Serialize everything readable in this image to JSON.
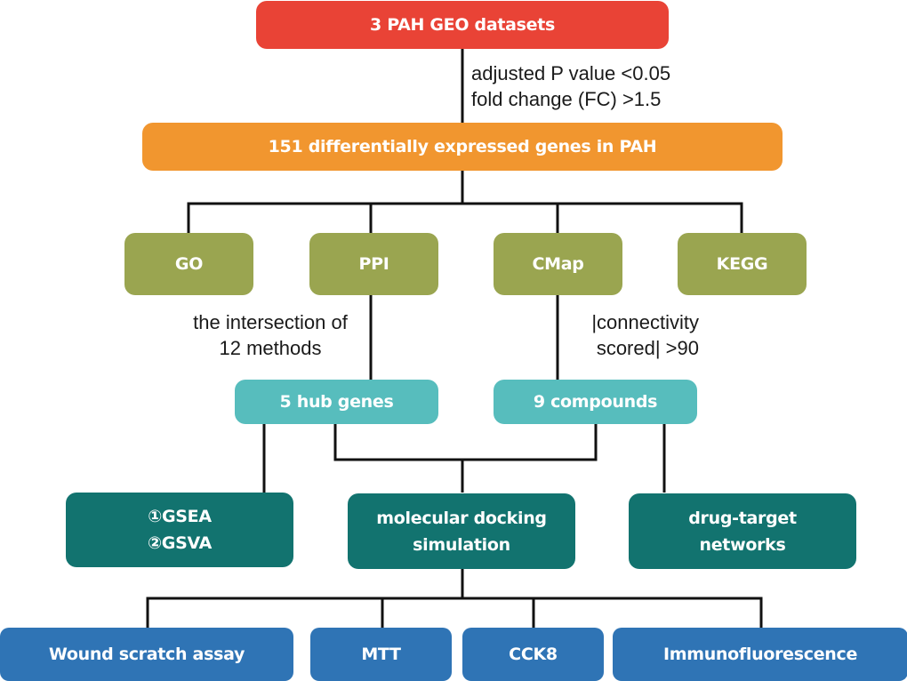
{
  "nodes": {
    "datasets": "3 PAH GEO datasets",
    "degs": "151 differentially expressed genes in PAH",
    "go": "GO",
    "ppi": "PPI",
    "cmap": "CMap",
    "kegg": "KEGG",
    "hub_genes": "5 hub genes",
    "compounds": "9 compounds",
    "gsea": "①GSEA",
    "gsva": "②GSVA",
    "docking_line1": "molecular docking",
    "docking_line2": "simulation",
    "drug_target_line1": "drug-target",
    "drug_target_line2": "networks",
    "wound": "Wound scratch assay",
    "mtt": "MTT",
    "cck8": "CCK8",
    "immuno": "Immunofluorescence"
  },
  "annotations": {
    "filter_line1": "adjusted P value <0.05",
    "filter_line2": "fold change (FC) >1.5",
    "ppi_line1": "the intersection of",
    "ppi_line2": "12 methods",
    "cmap_line1": "|connectivity",
    "cmap_line2": "scored| >90"
  },
  "colors": {
    "datasets": "#e94336",
    "degs": "#f1962f",
    "analysis": "#9aa550",
    "results": "#57bdbd",
    "downstream": "#12736f",
    "validation": "#2f74b5"
  }
}
